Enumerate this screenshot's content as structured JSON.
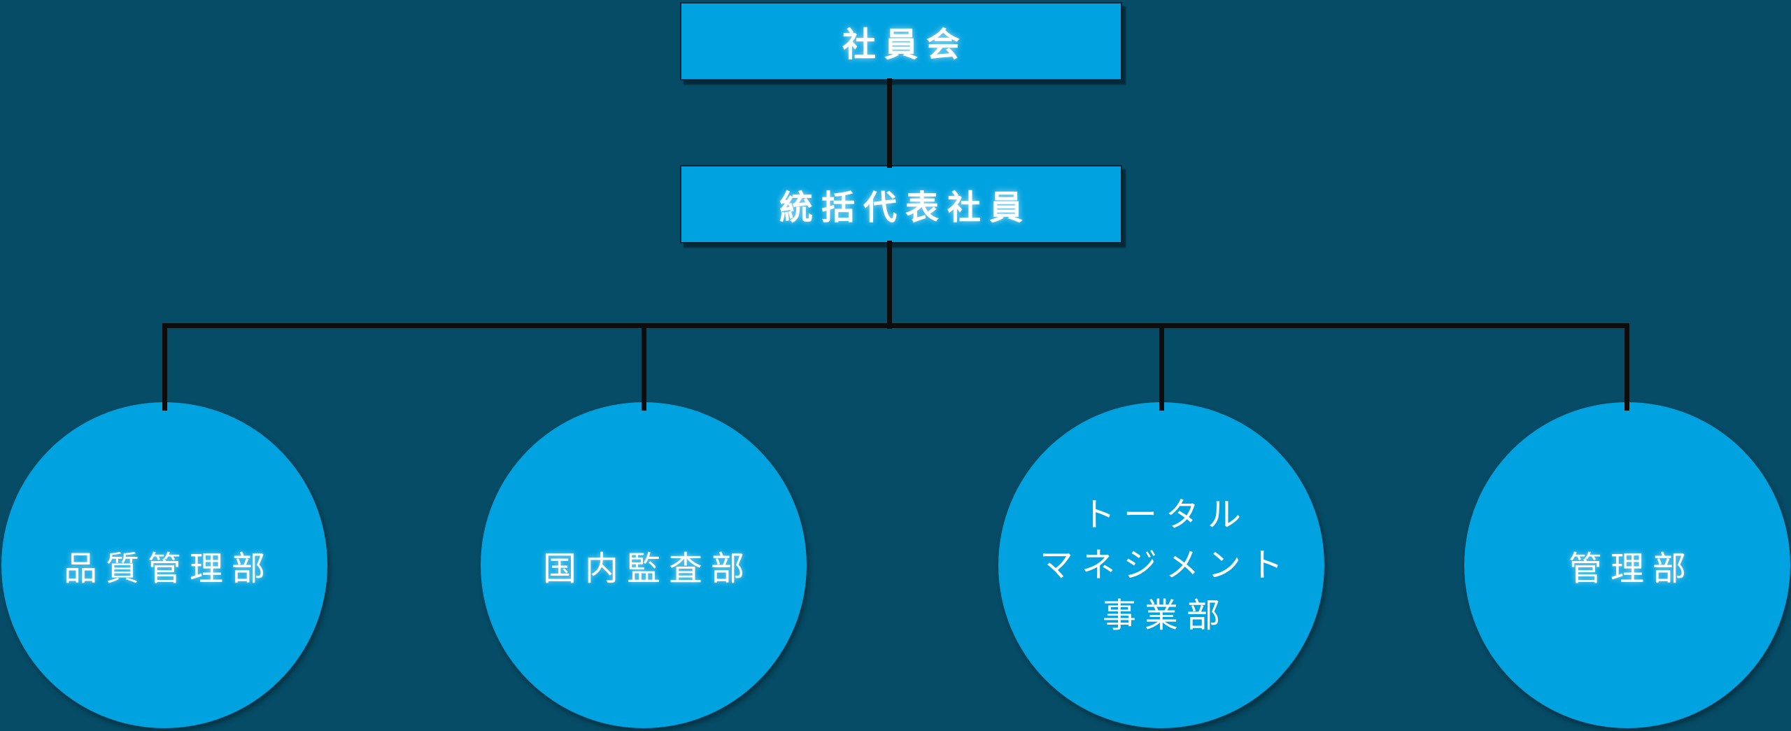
{
  "diagram": {
    "type": "org-chart",
    "colors": {
      "background": "#064C66",
      "node_fill": "#00A2E0",
      "connector": "#0D0D0D",
      "text": "#FFFFFF"
    },
    "root": {
      "label": "社員会",
      "shape": "rectangle"
    },
    "level2": {
      "label": "統括代表社員",
      "shape": "rectangle"
    },
    "departments": [
      {
        "label": "品質管理部",
        "shape": "circle"
      },
      {
        "label": "国内監査部",
        "shape": "circle"
      },
      {
        "label": "トータルマネジメント事業部",
        "lines": [
          "トータル",
          "マネジメント",
          "事業部"
        ],
        "shape": "circle"
      },
      {
        "label": "管理部",
        "shape": "circle"
      }
    ]
  }
}
